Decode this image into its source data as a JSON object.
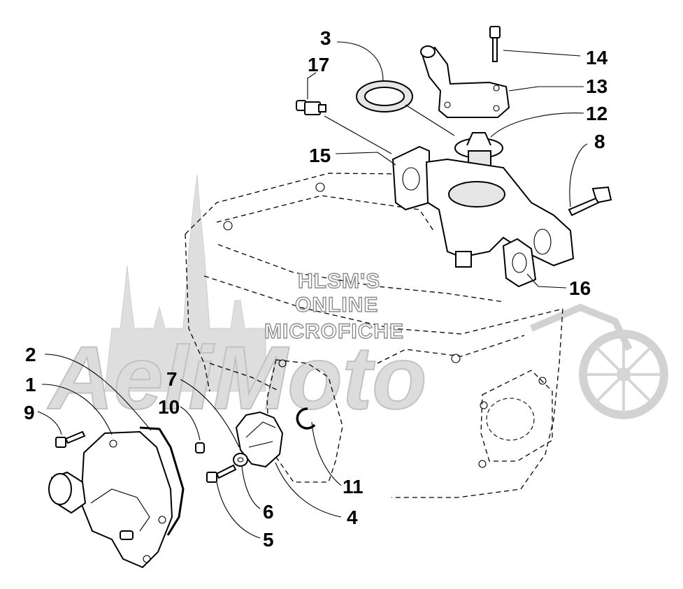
{
  "watermark": {
    "lines": [
      "HLSM'S",
      "ONLINE",
      "MICROFICHE"
    ],
    "logo": "AeliMoto"
  },
  "callouts": [
    {
      "id": "c1",
      "label": "1"
    },
    {
      "id": "c2",
      "label": "2"
    },
    {
      "id": "c3",
      "label": "3"
    },
    {
      "id": "c4",
      "label": "4"
    },
    {
      "id": "c5",
      "label": "5"
    },
    {
      "id": "c6",
      "label": "6"
    },
    {
      "id": "c7",
      "label": "7"
    },
    {
      "id": "c8",
      "label": "8"
    },
    {
      "id": "c9",
      "label": "9"
    },
    {
      "id": "c10",
      "label": "10"
    },
    {
      "id": "c11",
      "label": "11"
    },
    {
      "id": "c12",
      "label": "12"
    },
    {
      "id": "c13",
      "label": "13"
    },
    {
      "id": "c14",
      "label": "14"
    },
    {
      "id": "c15",
      "label": "15"
    },
    {
      "id": "c16",
      "label": "16"
    },
    {
      "id": "c17",
      "label": "17"
    }
  ]
}
